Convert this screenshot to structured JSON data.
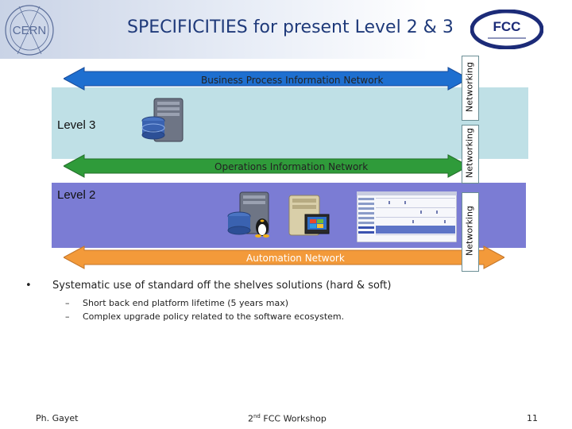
{
  "header": {
    "title": "SPECIFICITIES for present Level 2 & 3",
    "left_logo_text": "CERN",
    "right_logo_text": "FCC"
  },
  "networks": {
    "business": "Business Process Information Network",
    "operations": "Operations Information Network",
    "automation": "Automation Network",
    "vertical_label": "Networking"
  },
  "levels": {
    "level3": "Level 3",
    "level2": "Level 2"
  },
  "content": {
    "bullet_marker": "•",
    "dash_marker": "–",
    "bullet": "Systematic use of standard off the shelves solutions (hard & soft)",
    "sub_items": [
      "Short back end platform lifetime (5 years max)",
      "Complex upgrade policy related to the software ecosystem."
    ]
  },
  "footer": {
    "author": "Ph. Gayet",
    "event_prefix": "2",
    "event_sup": "nd",
    "event_suffix": " FCC Workshop",
    "page_number": "11"
  },
  "colors": {
    "business_arrow": "#1e6fd0",
    "operations_arrow": "#2f9b3a",
    "automation_arrow": "#f39a3a",
    "level3_band": "#bfe0e6",
    "level2_band": "#7b7cd4",
    "title": "#1f3a7a"
  }
}
